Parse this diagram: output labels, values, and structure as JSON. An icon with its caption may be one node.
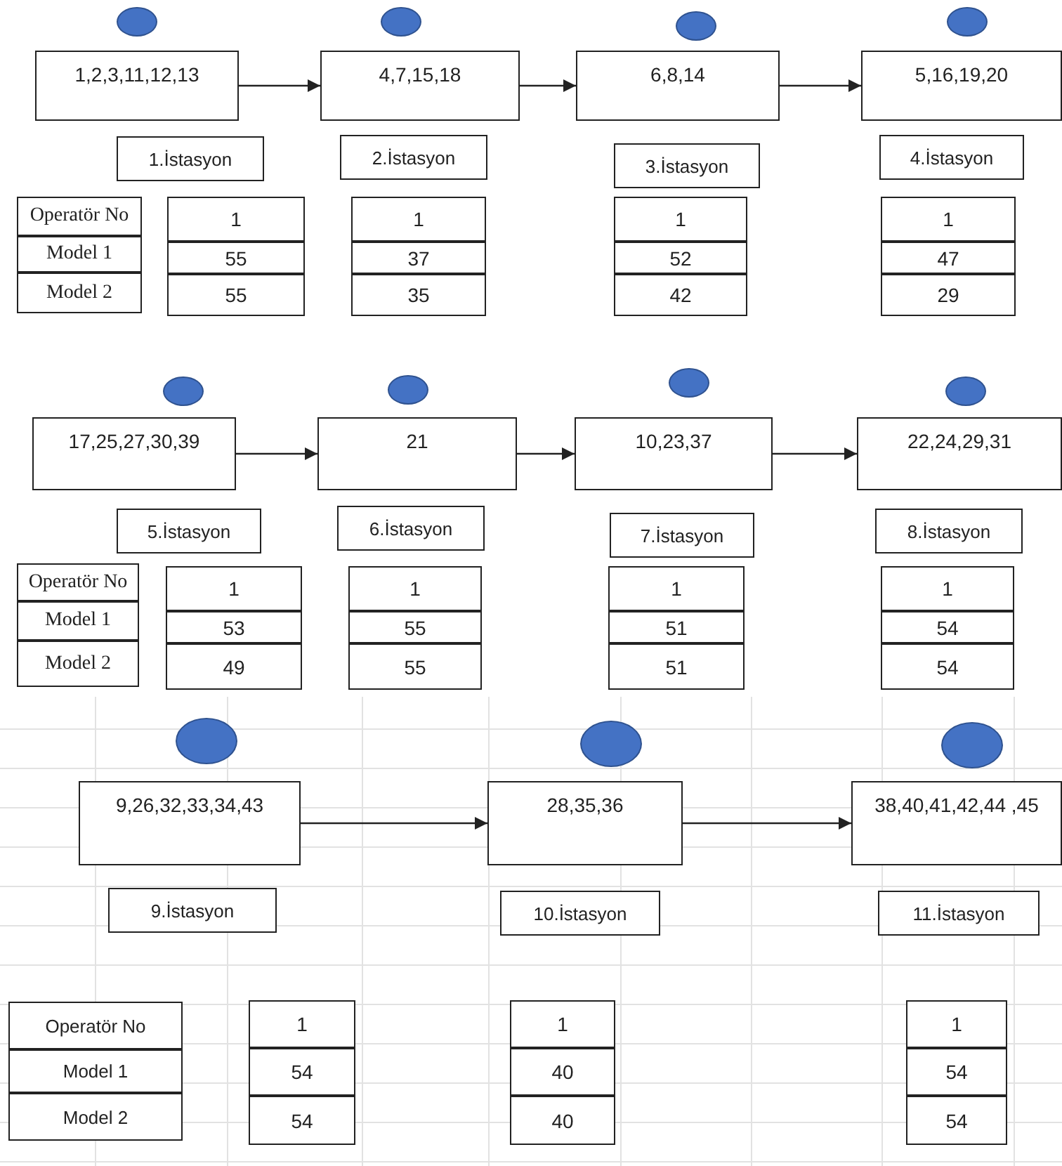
{
  "diagram": {
    "nodes": [
      {
        "text": [],
        "shape": "circle"
      },
      {
        "text": [],
        "shape": "circle"
      },
      {
        "text": [],
        "shape": "circle"
      },
      {
        "text": [],
        "shape": "circle"
      },
      {
        "text": [
          "1,2,3,11,12,13"
        ]
      },
      {
        "text": [
          "4,7,15,18"
        ]
      },
      {
        "text": [
          "6,8,14"
        ]
      },
      {
        "text": [
          "5,16,19,20"
        ]
      },
      {
        "text": [
          "1.İstasyon"
        ]
      },
      {
        "text": [
          "2.İstasyon"
        ]
      },
      {
        "text": [
          "3.İstasyon"
        ]
      },
      {
        "text": [
          "4.İstasyon"
        ]
      },
      {
        "text": [
          "Operatör No"
        ]
      },
      {
        "text": [
          "1"
        ]
      },
      {
        "text": [
          "1"
        ]
      },
      {
        "text": [
          "1"
        ]
      },
      {
        "text": [
          "1"
        ]
      },
      {
        "text": [
          "Model 1"
        ]
      },
      {
        "text": [
          "55"
        ]
      },
      {
        "text": [
          "37"
        ]
      },
      {
        "text": [
          "52"
        ]
      },
      {
        "text": [
          "47"
        ]
      },
      {
        "text": [
          "Model 2"
        ]
      },
      {
        "text": [
          "55"
        ]
      },
      {
        "text": [
          "35"
        ]
      },
      {
        "text": [
          "42"
        ]
      },
      {
        "text": [
          "29"
        ]
      },
      {
        "text": [],
        "shape": "circle"
      },
      {
        "text": [],
        "shape": "circle"
      },
      {
        "text": [],
        "shape": "circle"
      },
      {
        "text": [],
        "shape": "circle"
      },
      {
        "text": [
          "17,25,27,30,39"
        ]
      },
      {
        "text": [
          "21"
        ]
      },
      {
        "text": [
          "10,23,37"
        ]
      },
      {
        "text": [
          "22,24,29,31"
        ]
      },
      {
        "text": [
          "5.İstasyon"
        ]
      },
      {
        "text": [
          "6.İstasyon"
        ]
      },
      {
        "text": [
          "7.İstasyon"
        ]
      },
      {
        "text": [
          "8.İstasyon"
        ]
      },
      {
        "text": [
          "Operatör No"
        ]
      },
      {
        "text": [
          "1"
        ]
      },
      {
        "text": [
          "1"
        ]
      },
      {
        "text": [
          "1"
        ]
      },
      {
        "text": [
          "1"
        ]
      },
      {
        "text": [
          "Model 1"
        ]
      },
      {
        "text": [
          "53"
        ]
      },
      {
        "text": [
          "55"
        ]
      },
      {
        "text": [
          "51"
        ]
      },
      {
        "text": [
          "54"
        ]
      },
      {
        "text": [
          "Model 2"
        ]
      },
      {
        "text": [
          "49"
        ]
      },
      {
        "text": [
          "55"
        ]
      },
      {
        "text": [
          "51"
        ]
      },
      {
        "text": [
          "54"
        ]
      },
      {
        "text": [],
        "shape": "circle"
      },
      {
        "text": [],
        "shape": "circle"
      },
      {
        "text": [],
        "shape": "circle"
      },
      {
        "text": [
          "9,26,32,33,34,43"
        ]
      },
      {
        "text": [
          "28,35,36"
        ]
      },
      {
        "text": [
          "38,40,41,42,44 ,45"
        ]
      },
      {
        "text": [
          "9.İstasyon"
        ]
      },
      {
        "text": [
          "10.İstasyon"
        ]
      },
      {
        "text": [
          "11.İstasyon"
        ]
      },
      {
        "text": [
          "Operatör No"
        ]
      },
      {
        "text": [
          "1"
        ]
      },
      {
        "text": [
          "1"
        ]
      },
      {
        "text": [
          "1"
        ]
      },
      {
        "text": [
          "Model 1"
        ]
      },
      {
        "text": [
          "54"
        ]
      },
      {
        "text": [
          "40"
        ]
      },
      {
        "text": [
          "54"
        ]
      },
      {
        "text": [
          "Model 2"
        ]
      },
      {
        "text": [
          "54"
        ]
      },
      {
        "text": [
          "40"
        ]
      },
      {
        "text": [
          "54"
        ]
      }
    ],
    "edges": [
      {
        "from": 4,
        "to": 5,
        "arrow": "to"
      },
      {
        "from": 5,
        "to": 6,
        "arrow": "to"
      },
      {
        "from": 6,
        "to": 7,
        "arrow": "to"
      },
      {
        "from": 31,
        "to": 32,
        "arrow": "to"
      },
      {
        "from": 32,
        "to": 33,
        "arrow": "to"
      },
      {
        "from": 33,
        "to": 34,
        "arrow": "to"
      },
      {
        "from": 57,
        "to": 58,
        "arrow": "to"
      },
      {
        "from": 58,
        "to": 59,
        "arrow": "to"
      }
    ]
  }
}
